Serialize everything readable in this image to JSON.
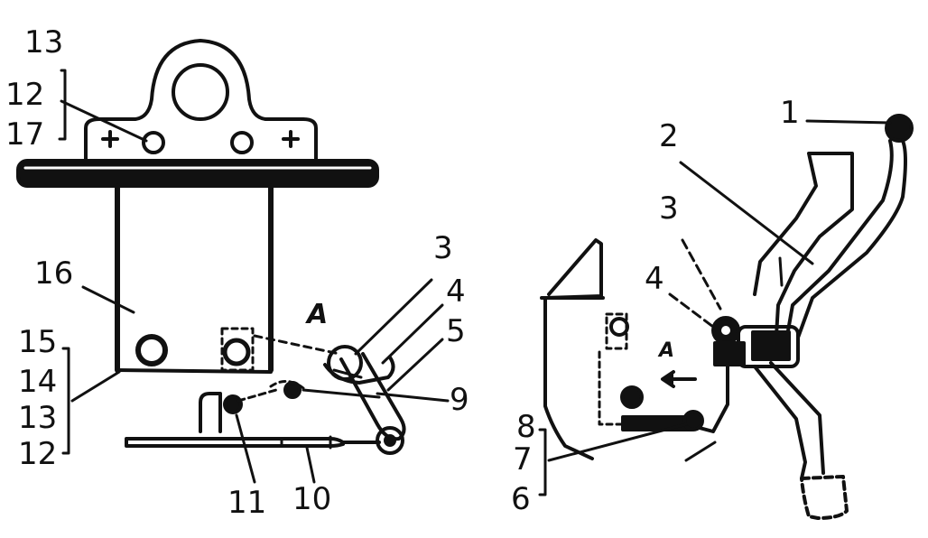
{
  "diagram": {
    "left_view": {
      "labels": {
        "n13_top": "13",
        "n12_top": "12",
        "n17": "17",
        "n16": "16",
        "n15": "15",
        "n14": "14",
        "n13_bottom": "13",
        "n12_bottom": "12",
        "n3": "3",
        "n4": "4",
        "n5": "5",
        "n9": "9",
        "n11": "11",
        "n10": "10",
        "view_letter": "A"
      }
    },
    "right_view": {
      "labels": {
        "n1": "1",
        "n2": "2",
        "n3": "3",
        "n4": "4",
        "n8": "8",
        "n7": "7",
        "n6": "6",
        "view_letter": "A"
      }
    },
    "colors": {
      "ink": "#111111",
      "paper": "#ffffff"
    }
  }
}
